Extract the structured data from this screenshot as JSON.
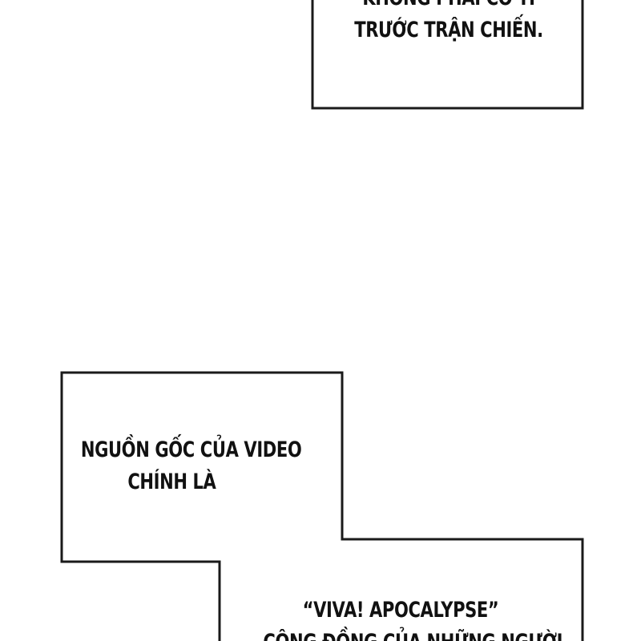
{
  "captions": {
    "top": {
      "lines": [
        "KHÔNG PHẢI CỐ TÌ",
        "TRƯỚC TRẬN CHIẾN."
      ]
    },
    "middle": {
      "lines": [
        "NGUỒN GỐC CỦA VIDEO",
        "CHÍNH LÀ"
      ]
    },
    "bottom": {
      "lines": [
        "“VIVA! APOCALYPSE”",
        "CỘNG ĐỒNG CỦA NHỮNG NGƯỜI"
      ]
    }
  },
  "colors": {
    "background": "#ffffff",
    "ink": "#111111",
    "border": "#1a1a1a"
  }
}
